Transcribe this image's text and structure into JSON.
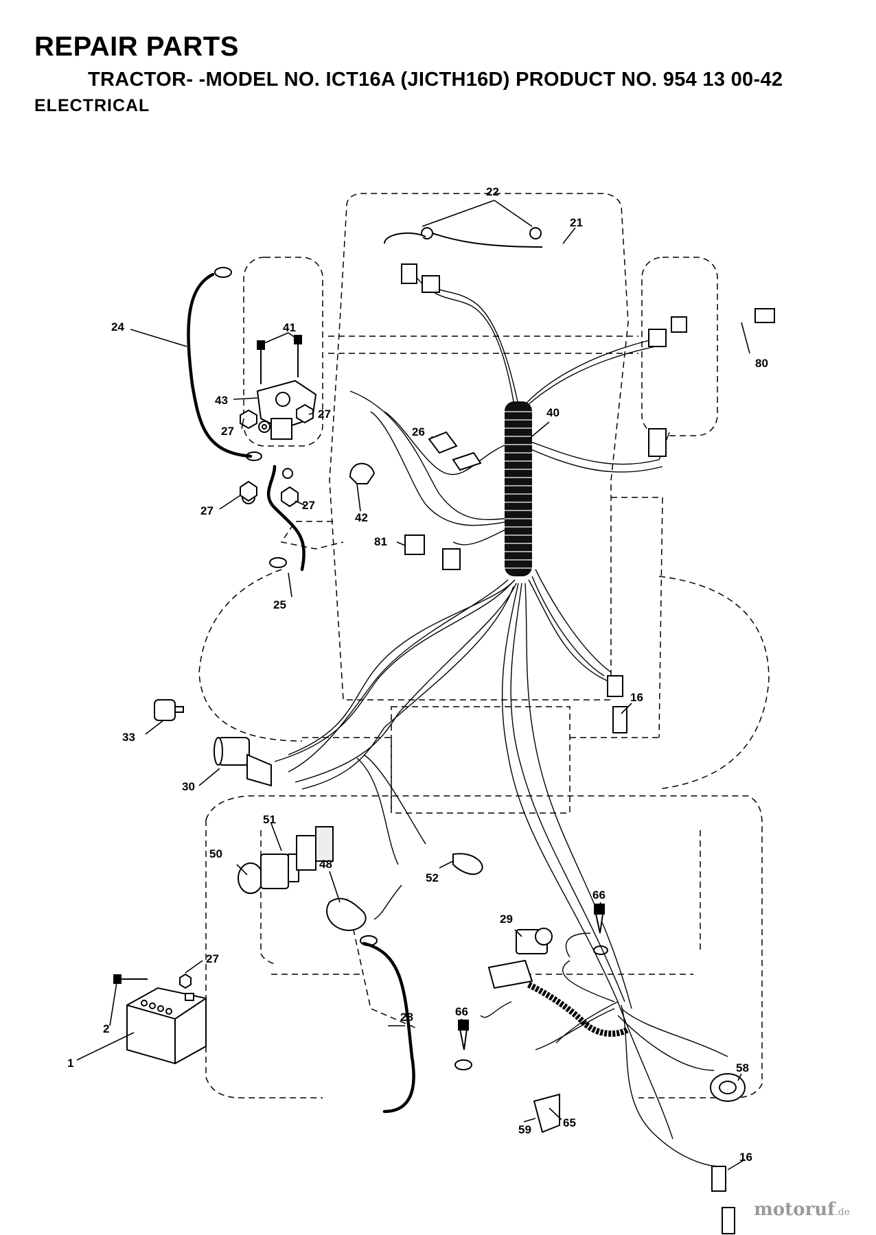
{
  "header": {
    "title": "REPAIR PARTS",
    "subtitle": "TRACTOR- -MODEL NO. ICT16A (JICTH16D) PRODUCT NO. 954 13 00-42",
    "section": "ELECTRICAL"
  },
  "callouts": [
    {
      "id": "c22",
      "label": "22"
    },
    {
      "id": "c21",
      "label": "21"
    },
    {
      "id": "c24",
      "label": "24"
    },
    {
      "id": "c41",
      "label": "41"
    },
    {
      "id": "c43",
      "label": "43"
    },
    {
      "id": "c27a",
      "label": "27"
    },
    {
      "id": "c27b",
      "label": "27"
    },
    {
      "id": "c27c",
      "label": "27"
    },
    {
      "id": "c27d",
      "label": "27"
    },
    {
      "id": "c27e",
      "label": "27"
    },
    {
      "id": "c40",
      "label": "40"
    },
    {
      "id": "c26",
      "label": "26"
    },
    {
      "id": "c80",
      "label": "80"
    },
    {
      "id": "c42",
      "label": "42"
    },
    {
      "id": "c81",
      "label": "81"
    },
    {
      "id": "c25",
      "label": "25"
    },
    {
      "id": "c16a",
      "label": "16"
    },
    {
      "id": "c33",
      "label": "33"
    },
    {
      "id": "c30",
      "label": "30"
    },
    {
      "id": "c51",
      "label": "51"
    },
    {
      "id": "c50",
      "label": "50"
    },
    {
      "id": "c48",
      "label": "48"
    },
    {
      "id": "c52",
      "label": "52"
    },
    {
      "id": "c29",
      "label": "29"
    },
    {
      "id": "c66a",
      "label": "66"
    },
    {
      "id": "c66b",
      "label": "66"
    },
    {
      "id": "c28",
      "label": "28"
    },
    {
      "id": "c2",
      "label": "2"
    },
    {
      "id": "c1",
      "label": "1"
    },
    {
      "id": "c58",
      "label": "58"
    },
    {
      "id": "c65",
      "label": "65"
    },
    {
      "id": "c59",
      "label": "59"
    },
    {
      "id": "c16b",
      "label": "16"
    }
  ],
  "watermark": {
    "brand": "motoruf",
    "tld": ".de"
  }
}
